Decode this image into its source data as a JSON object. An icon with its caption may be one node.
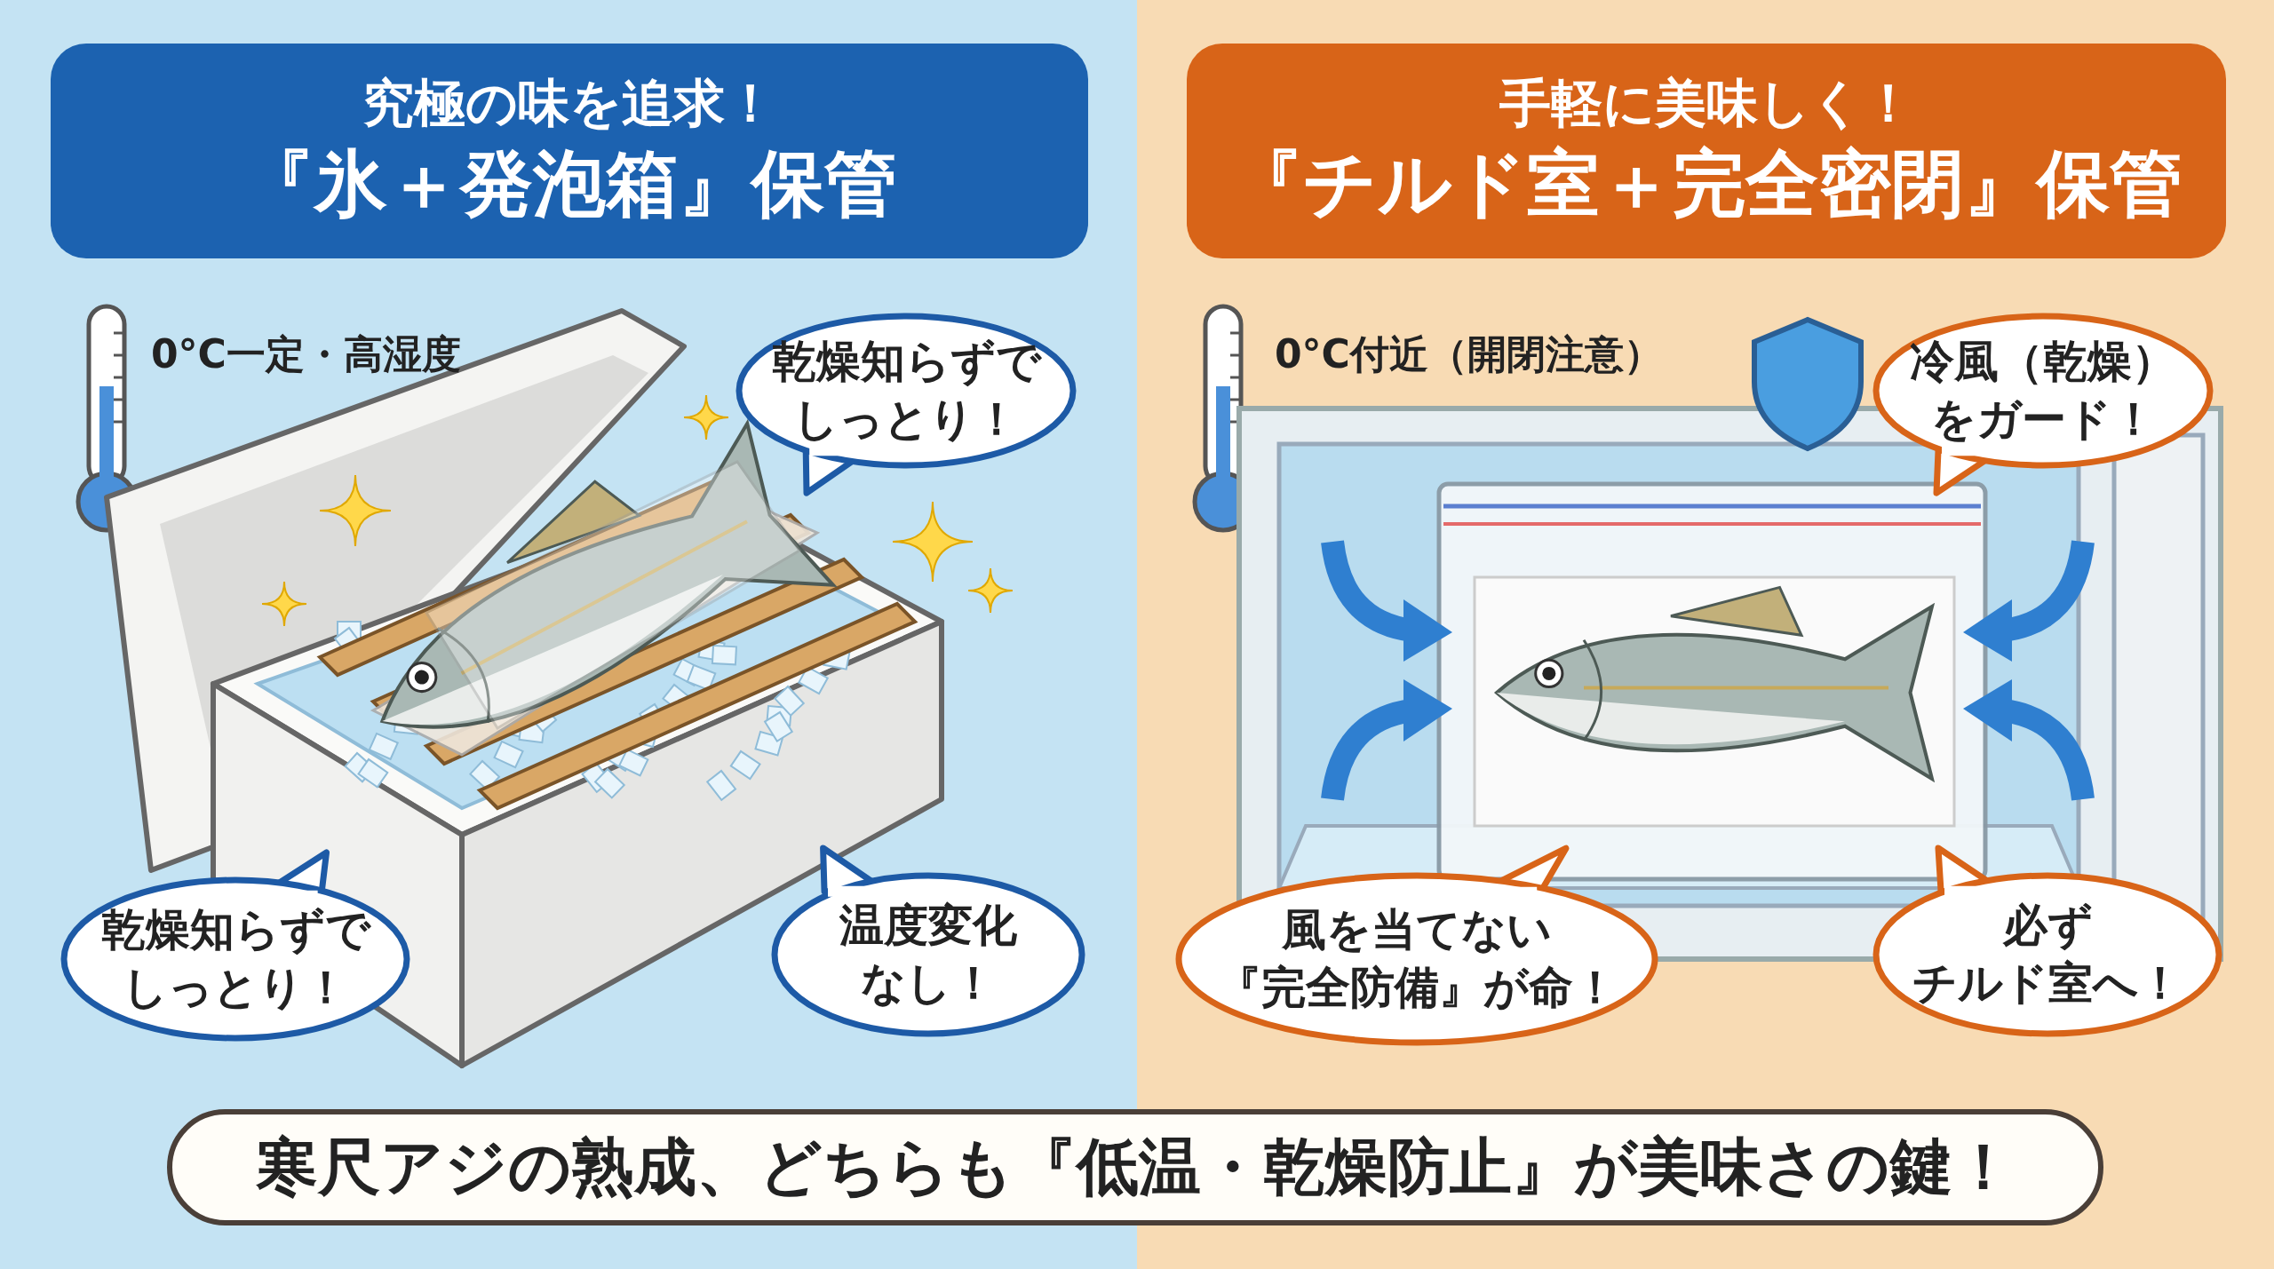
{
  "diagram": {
    "nodes": [
      {
        "text": [
          "究極の味を追求！",
          "『氷＋発泡箱』保管"
        ]
      },
      {
        "text": [
          "手軽に美味しく！",
          "『チルド室＋完全密閉』保管"
        ]
      },
      {
        "text": [
          "乾燥知らずでしっとり！"
        ]
      },
      {
        "text": [
          "冷風（乾燥）をガード！"
        ]
      },
      {
        "text": [
          "乾燥知らずでしっとり！"
        ]
      },
      {
        "text": [
          "温度変化なし！"
        ]
      },
      {
        "text": [
          "風を当てない『完全防備』が命！"
        ]
      },
      {
        "text": [
          "必ずチルド室へ！"
        ]
      },
      {
        "text": [
          "寒尺アジの熟成、どちらも『低温・乾燥防止』が美味さの鍵！"
        ]
      }
    ],
    "labels": [
      "0°C一定・高湿度",
      "0°C付近（開閉注意）"
    ]
  }
}
